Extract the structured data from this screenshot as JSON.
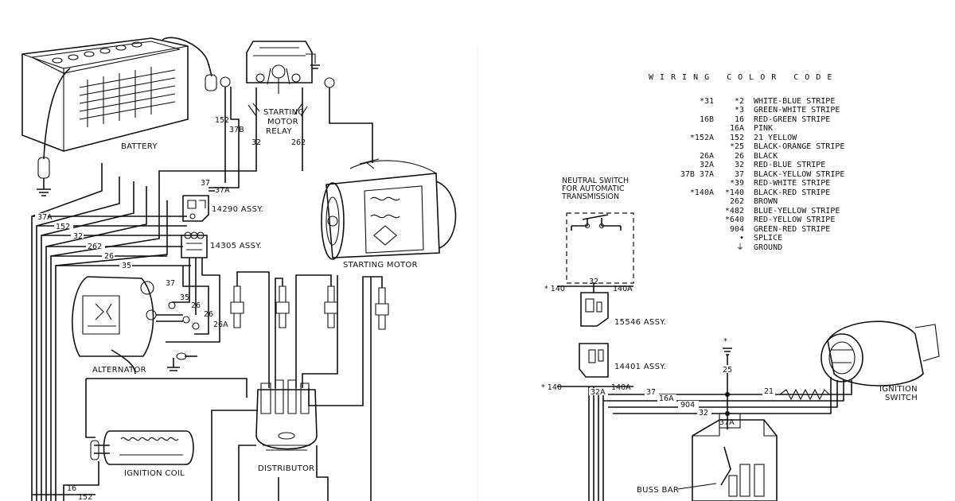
{
  "left_diagram": {
    "components": {
      "battery": "BATTERY",
      "starting_motor_relay": "STARTING\nMOTOR\nRELAY",
      "starting_motor": "STARTING MOTOR",
      "assy_14290": "14290 ASSY.",
      "assy_14305": "14305 ASSY.",
      "alternator": "ALTERNATOR",
      "ignition_coil": "IGNITION COIL",
      "distributor": "DISTRIBUTOR"
    },
    "wire_labels": {
      "w152_relay": "152",
      "w37b_relay": "37B",
      "w32_relay": "32",
      "w262_relay": "262",
      "w37": "37",
      "w37a": "37A",
      "h37a": "37A",
      "h152": "152",
      "h32": "32",
      "h262": "262",
      "h26": "26",
      "h35": "35",
      "a37": "37",
      "a35": "35",
      "a26_1": "26",
      "a26_2": "26",
      "a26a": "26A",
      "b16": "16",
      "b152": "152"
    }
  },
  "right_diagram": {
    "components": {
      "neutral_switch": "NEUTRAL SWITCH\nFOR AUTOMATIC\nTRANSMISSION",
      "assy_15546": "15546 ASSY.",
      "assy_14401": "14401 ASSY.",
      "ignition_switch": "IGNITION\nSWITCH",
      "buss_bar": "BUSS BAR"
    },
    "wire_labels": {
      "n140": "* 140",
      "n32": "32",
      "n140a": "140A",
      "b140": "* 140",
      "b32a": "32A",
      "b140a": "140A",
      "b37": "37",
      "b16a": "16A",
      "b904": "904",
      "b32": "32",
      "b21": "21",
      "v25": "25",
      "v37a": "37A"
    }
  },
  "wiring_color_code": {
    "title": "WIRING COLOR CODE",
    "rows": [
      {
        "c1": "*31",
        "c2": "*2",
        "color": "WHITE-BLUE STRIPE"
      },
      {
        "c1": "",
        "c2": "*3",
        "color": "GREEN-WHITE STRIPE"
      },
      {
        "c1": "16B",
        "c2": "16",
        "color": "RED-GREEN STRIPE"
      },
      {
        "c1": "",
        "c2": "16A",
        "color": "PINK"
      },
      {
        "c1": "*152A",
        "c2": "152",
        "color": "21   YELLOW"
      },
      {
        "c1": "",
        "c2": "*25",
        "color": "BLACK-ORANGE STRIPE"
      },
      {
        "c1": "26A",
        "c2": "26",
        "color": "BLACK"
      },
      {
        "c1": "32A",
        "c2": "32",
        "color": "RED-BLUE STRIPE"
      },
      {
        "c1": "37B   37A",
        "c2": "37",
        "color": "BLACK-YELLOW STRIPE"
      },
      {
        "c1": "",
        "c2": "*39",
        "color": "RED-WHITE STRIPE"
      },
      {
        "c1": "*140A",
        "c2": "*140",
        "color": "BLACK-RED STRIPE"
      },
      {
        "c1": "",
        "c2": "262",
        "color": "BROWN"
      },
      {
        "c1": "",
        "c2": "*482",
        "color": "BLUE-YELLOW STRIPE"
      },
      {
        "c1": "",
        "c2": "*640",
        "color": "RED-YELLOW STRIPE"
      },
      {
        "c1": "",
        "c2": "904",
        "color": "GREEN-RED STRIPE"
      },
      {
        "c1": "",
        "c2": "•",
        "color": "SPLICE"
      },
      {
        "c1": "",
        "c2": "⏚",
        "color": "GROUND"
      }
    ]
  }
}
